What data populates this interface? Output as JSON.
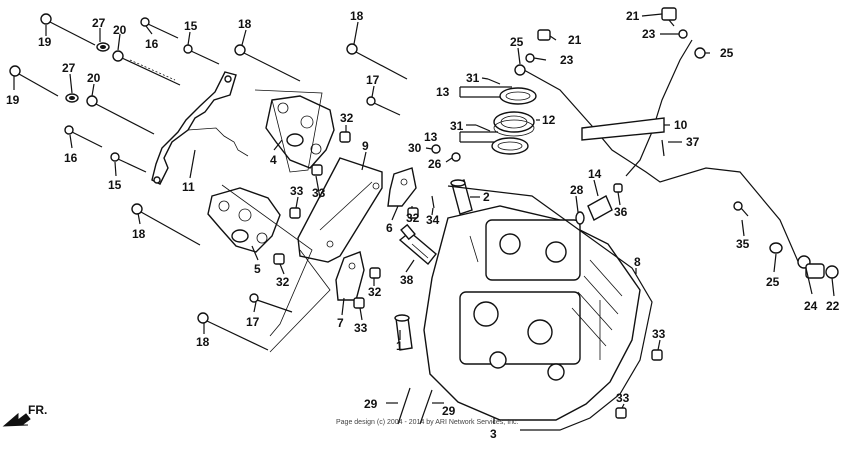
{
  "diagram": {
    "direction_label": "FR.",
    "footer_text": "Page design (c) 2004 - 2014 by ARI Network Services, Inc.",
    "callouts": [
      {
        "id": "c19a",
        "text": "19"
      },
      {
        "id": "c27a",
        "text": "27"
      },
      {
        "id": "c20a",
        "text": "20"
      },
      {
        "id": "c16a",
        "text": "16"
      },
      {
        "id": "c15a",
        "text": "15"
      },
      {
        "id": "c18a",
        "text": "18"
      },
      {
        "id": "c18b",
        "text": "18"
      },
      {
        "id": "c19b",
        "text": "19"
      },
      {
        "id": "c27b",
        "text": "27"
      },
      {
        "id": "c20b",
        "text": "20"
      },
      {
        "id": "c17a",
        "text": "17"
      },
      {
        "id": "c16b",
        "text": "16"
      },
      {
        "id": "c15b",
        "text": "15"
      },
      {
        "id": "c11",
        "text": "11"
      },
      {
        "id": "c4",
        "text": "4"
      },
      {
        "id": "c32a",
        "text": "32"
      },
      {
        "id": "c9",
        "text": "9"
      },
      {
        "id": "c33a",
        "text": "33"
      },
      {
        "id": "c33b",
        "text": "33"
      },
      {
        "id": "c18c",
        "text": "18"
      },
      {
        "id": "c5",
        "text": "5"
      },
      {
        "id": "c32b",
        "text": "32"
      },
      {
        "id": "c17b",
        "text": "17"
      },
      {
        "id": "c18d",
        "text": "18"
      },
      {
        "id": "c7",
        "text": "7"
      },
      {
        "id": "c32c",
        "text": "32"
      },
      {
        "id": "c33c",
        "text": "33"
      },
      {
        "id": "c38",
        "text": "38"
      },
      {
        "id": "c6",
        "text": "6"
      },
      {
        "id": "c32d",
        "text": "32"
      },
      {
        "id": "c34",
        "text": "34"
      },
      {
        "id": "c2",
        "text": "2"
      },
      {
        "id": "c1",
        "text": "1"
      },
      {
        "id": "c3",
        "text": "3"
      },
      {
        "id": "c29a",
        "text": "29"
      },
      {
        "id": "c29b",
        "text": "29"
      },
      {
        "id": "c13a",
        "text": "13"
      },
      {
        "id": "c31a",
        "text": "31"
      },
      {
        "id": "c13b",
        "text": "13"
      },
      {
        "id": "c31b",
        "text": "31"
      },
      {
        "id": "c12",
        "text": "12"
      },
      {
        "id": "c30",
        "text": "30"
      },
      {
        "id": "c26",
        "text": "26"
      },
      {
        "id": "c25a",
        "text": "25"
      },
      {
        "id": "c21a",
        "text": "21"
      },
      {
        "id": "c23a",
        "text": "23"
      },
      {
        "id": "c21b",
        "text": "21"
      },
      {
        "id": "c23b",
        "text": "23"
      },
      {
        "id": "c25b",
        "text": "25"
      },
      {
        "id": "c10",
        "text": "10"
      },
      {
        "id": "c37",
        "text": "37"
      },
      {
        "id": "c14",
        "text": "14"
      },
      {
        "id": "c28",
        "text": "28"
      },
      {
        "id": "c36",
        "text": "36"
      },
      {
        "id": "c35",
        "text": "35"
      },
      {
        "id": "c25c",
        "text": "25"
      },
      {
        "id": "c24",
        "text": "24"
      },
      {
        "id": "c22",
        "text": "22"
      },
      {
        "id": "c8",
        "text": "8"
      },
      {
        "id": "c33d",
        "text": "33"
      },
      {
        "id": "c33e",
        "text": "33"
      }
    ]
  }
}
